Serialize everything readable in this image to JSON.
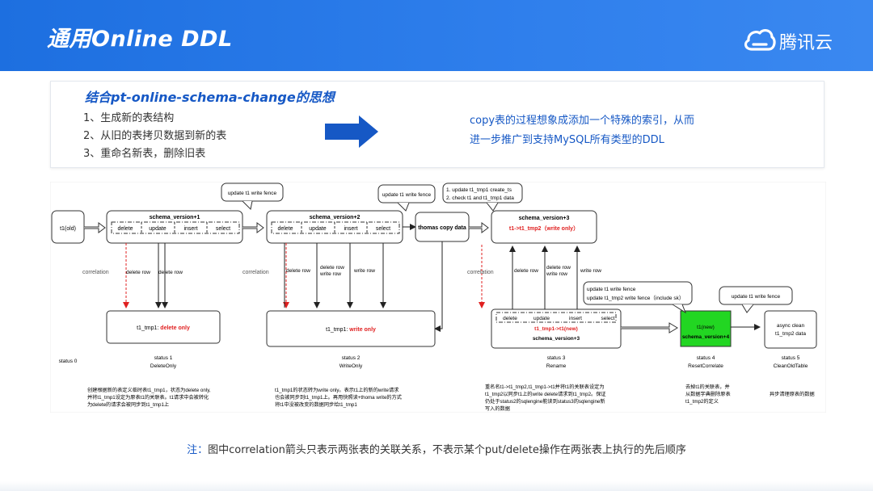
{
  "header": {
    "title": "通用Online DDL",
    "logo_text": "腾讯云"
  },
  "colors": {
    "accent": "#1658c5",
    "header_bg": "#2a7cea",
    "red": "#e02020",
    "green": "#22d622"
  },
  "intro": {
    "heading": "结合pt-online-schema-change的思想",
    "steps": [
      "1、生成新的表结构",
      "2、从旧的表拷贝数据到新的表",
      "3、重命名新表，删除旧表"
    ],
    "summary": [
      "copy表的过程想象成添加一个特殊的索引，从而",
      "进一步推广到支持MySQL所有类型的DDL"
    ]
  },
  "diagram": {
    "t1_old": "t1(old)",
    "ops": [
      "delete",
      "update",
      "insert",
      "select"
    ],
    "schema_v1": "schema_version+1",
    "schema_v2": "schema_version+2",
    "schema_v3": "schema_version+3",
    "thomas": "thomas copy data",
    "rename_red": "t1->t1_tmp2（write only）",
    "bubble_fence1": "update t1 write fence",
    "bubble_fence2": "update t1 write fence",
    "bubble_update1": "1. update t1_tmp1 create_ts",
    "bubble_update2": "2. check t1 and t1_tmp1 data",
    "bubble_fence3": "update t1 write fence",
    "fence_note1": "update t1 write fence",
    "fence_note2": "update t1_tmp2 write fence（include sk）",
    "correlation": "correlation",
    "delete_row": "delete row",
    "delete_row_write_row": "delete row",
    "write_row": "write row",
    "write_row2": "write row",
    "tmp1_delete_prefix": "t1_tmp1: ",
    "tmp1_delete_red": "delete only",
    "tmp1_write_prefix": "t1_tmp1: ",
    "tmp1_write_red": "write only",
    "tmp1_new": "t1_tmp1->t1(new)",
    "t1_new": "t1(new)",
    "schema_v4": "schema_version+4",
    "async_clean1": "async clean",
    "async_clean2": "t1_tmp2 data",
    "statuses": [
      {
        "num": "status 0",
        "name": ""
      },
      {
        "num": "status 1",
        "name": "DeleteOnly"
      },
      {
        "num": "status 2",
        "name": "WriteOnly"
      },
      {
        "num": "status 3",
        "name": "Rename"
      },
      {
        "num": "status 4",
        "name": "ResetCorrelate"
      },
      {
        "num": "status 5",
        "name": "CleanOldTable"
      }
    ],
    "desc1": [
      "创建根据新的表定义临时表t1_tmp1，状态为delete only,",
      "并将t1_tmp1设定为原表t1的关联表。t1请求中会被转化",
      "为delete的请求会被同步到t1_tmp1上"
    ],
    "desc2": [
      "t1_tmp1的状态转为write only。表示t1上的新的write请求",
      "也会被同步到t1_tmp1上。再用快照读+thoma write的方式",
      "将t1中没被改变的数据同步给t1_tmp1"
    ],
    "desc3": [
      "重名名t1->t1_tmp2,t1_tmp1->t1并将t1的关联表设定为",
      "t1_tmp2以同步t1上的write delete请求到t1_tmp2。保证",
      "仍处于status2的sqlengine能读到status3的sqlengine新",
      "写入的数据"
    ],
    "desc4": [
      "去掉t1的关联表，并",
      "从数据字典删除原表",
      "t1_tmp2的定义"
    ],
    "desc5": [
      "异步清理原表的数据"
    ]
  },
  "note": {
    "prefix": "注：",
    "text": "图中correlation箭头只表示两张表的关联关系，不表示某个put/delete操作在两张表上执行的先后顺序"
  }
}
